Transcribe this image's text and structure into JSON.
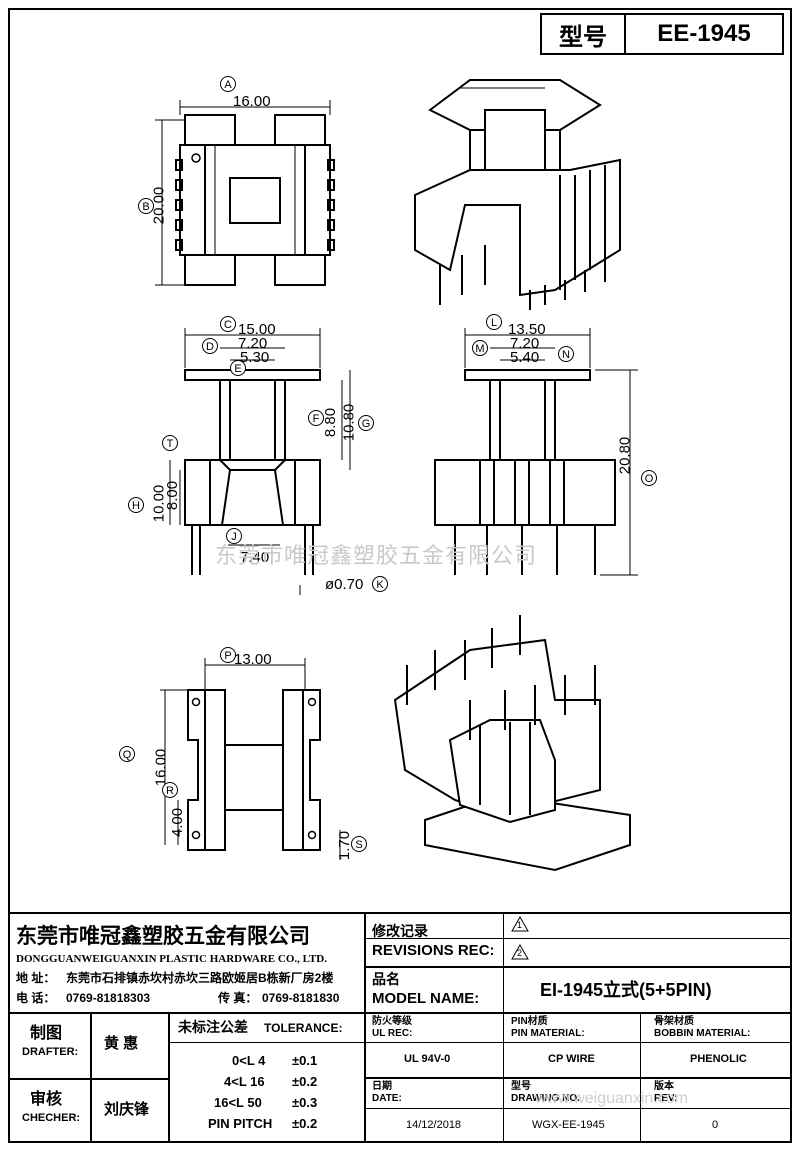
{
  "header": {
    "type_label": "型号",
    "type_value": "EE-1945"
  },
  "dims": {
    "A": "16.00",
    "B": "20.00",
    "C": "15.00",
    "D": "7.20",
    "E": "5.30",
    "F": "8.80",
    "G": "10.80",
    "T": "8.00",
    "H": "10.00",
    "J": "7.40",
    "K": "ø0.70",
    "L": "13.50",
    "M": "7.20",
    "N": "5.40",
    "O": "20.80",
    "P": "13.00",
    "Q": "16.00",
    "R": "4.00",
    "S": "1.70"
  },
  "labels": [
    "A",
    "B",
    "C",
    "D",
    "E",
    "F",
    "G",
    "T",
    "H",
    "J",
    "K",
    "L",
    "M",
    "N",
    "O",
    "P",
    "Q",
    "R",
    "S"
  ],
  "watermark": "东莞市唯冠鑫塑胶五金有限公司",
  "watermark_url": "www.weiguanxin.com",
  "company": {
    "name_cn": "东莞市唯冠鑫塑胶五金有限公司",
    "name_en": "DONGGUANWEIGUANXIN PLASTIC HARDWARE CO., LTD.",
    "address_label": "地  址：",
    "address": "东莞市石排镇赤坎村赤坎三路欧姬居B栋新厂房2楼",
    "tel_label": "电  话：",
    "tel": "0769-81818303",
    "fax_label": "传  真：",
    "fax": "0769-8181830"
  },
  "revisions": {
    "label_cn": "修改记录",
    "label_en": "REVISIONS REC:",
    "marks": [
      "1",
      "2"
    ]
  },
  "model": {
    "label_cn": "品名",
    "label_en": "MODEL NAME:",
    "value": "EI-1945立式(5+5PIN)"
  },
  "drafter": {
    "label_cn": "制图",
    "label_en": "DRAFTER:",
    "name": "黄  惠"
  },
  "checker": {
    "label_cn": "审核",
    "label_en": "CHECHER:",
    "name": "刘庆锋"
  },
  "tolerance": {
    "title_cn": "未标注公差",
    "title_en": "TOLERANCE:",
    "rows": [
      {
        "range": "0<L   4",
        "value": "±0.1"
      },
      {
        "range": "4<L   16",
        "value": "±0.2"
      },
      {
        "range": "16<L   50",
        "value": "±0.3"
      },
      {
        "range": "PIN PITCH",
        "value": "±0.2"
      }
    ]
  },
  "specs": {
    "ul": {
      "label_cn": "防火等级",
      "label_en": "UL REC:",
      "value": "UL 94V-0"
    },
    "pin": {
      "label_cn": "PIN材质",
      "label_en": "PIN MATERIAL:",
      "value": "CP WIRE"
    },
    "bobbin": {
      "label_cn": "骨架材质",
      "label_en": "BOBBIN MATERIAL:",
      "value": "PHENOLIC"
    },
    "date": {
      "label_cn": "日期",
      "label_en": "DATE:",
      "value": "14/12/2018"
    },
    "drawing": {
      "label_cn": "型号",
      "label_en": "DRAWING NO.",
      "value": "WGX-EE-1945"
    },
    "rev": {
      "label_cn": "版本",
      "label_en": "REV:",
      "value": "0"
    }
  }
}
